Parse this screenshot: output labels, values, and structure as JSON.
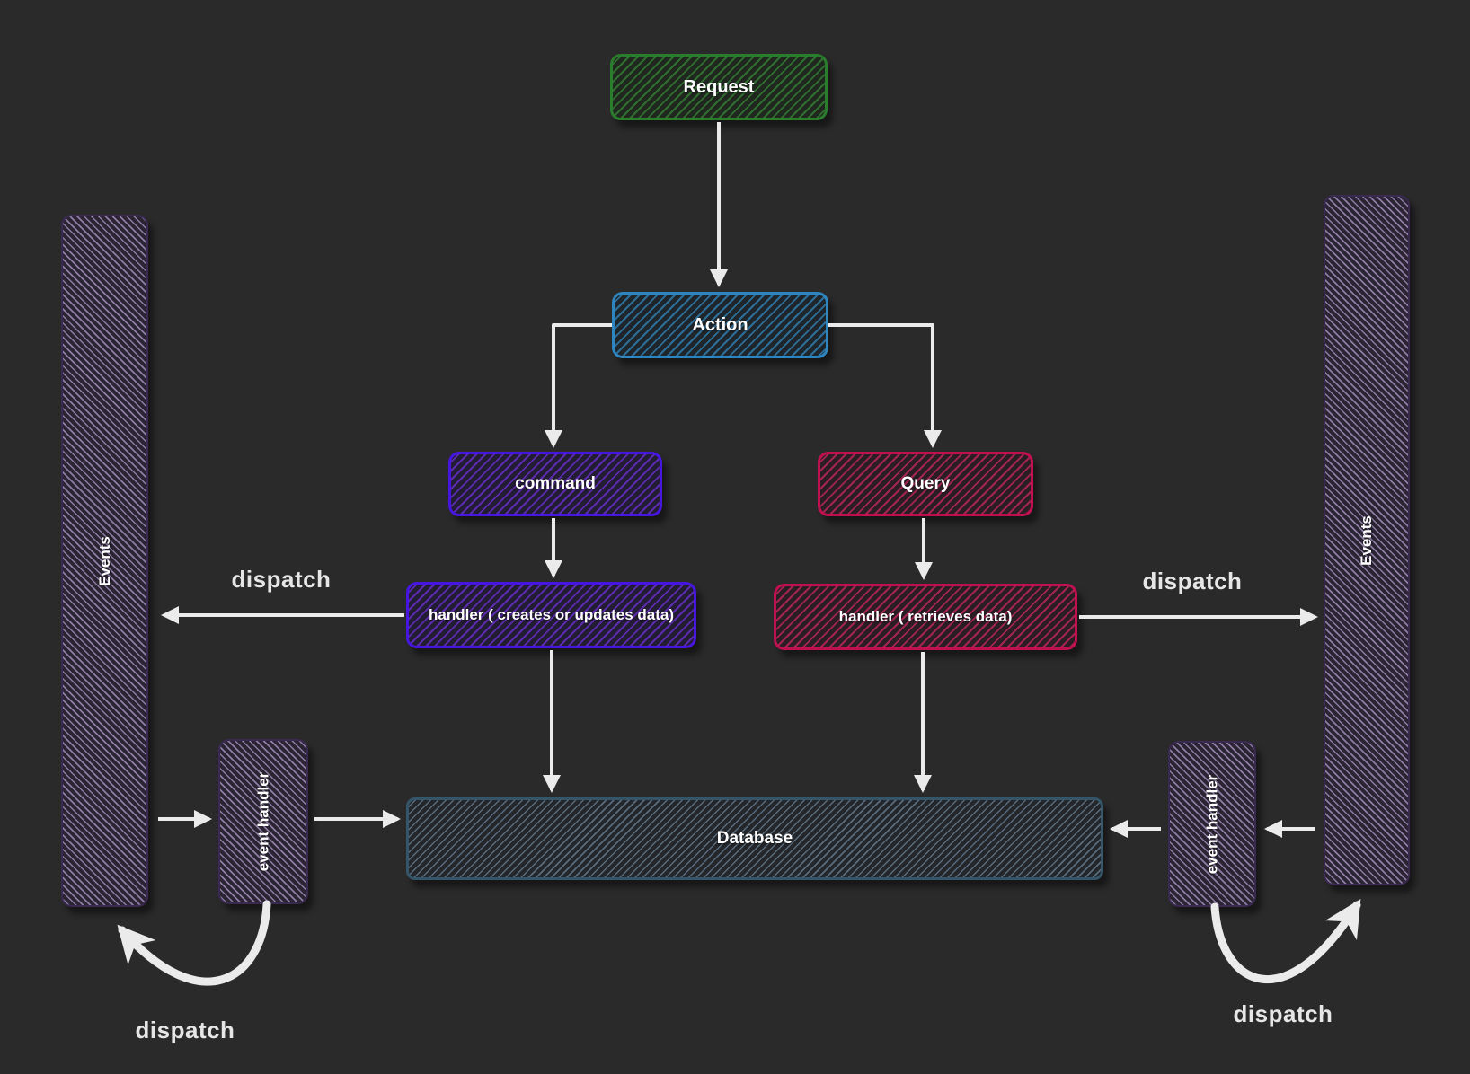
{
  "canvas": {
    "background": "#2a2a2b",
    "arrow_color": "#ebebeb"
  },
  "nodes": {
    "request": {
      "label": "Request",
      "accent": "#2a7d2c"
    },
    "action": {
      "label": "Action",
      "accent": "#2e86c1"
    },
    "command": {
      "label": "command",
      "accent": "#4616e0"
    },
    "query": {
      "label": "Query",
      "accent": "#c01050"
    },
    "command_handler": {
      "label": "handler ( creates or updates data)",
      "accent": "#4616e0"
    },
    "query_handler": {
      "label": "handler ( retrieves data)",
      "accent": "#c01050"
    },
    "database": {
      "label": "Database",
      "accent": "#35566a"
    },
    "events_left": {
      "label": "Events",
      "accent": "#3a2950"
    },
    "events_right": {
      "label": "Events",
      "accent": "#3a2950"
    },
    "event_handler_left": {
      "label": "event handler",
      "accent": "#3a2950"
    },
    "event_handler_right": {
      "label": "event handler",
      "accent": "#3a2950"
    }
  },
  "edge_labels": {
    "dispatch_left": "dispatch",
    "dispatch_right": "dispatch",
    "dispatch_bottom_left": "dispatch",
    "dispatch_bottom_right": "dispatch"
  }
}
